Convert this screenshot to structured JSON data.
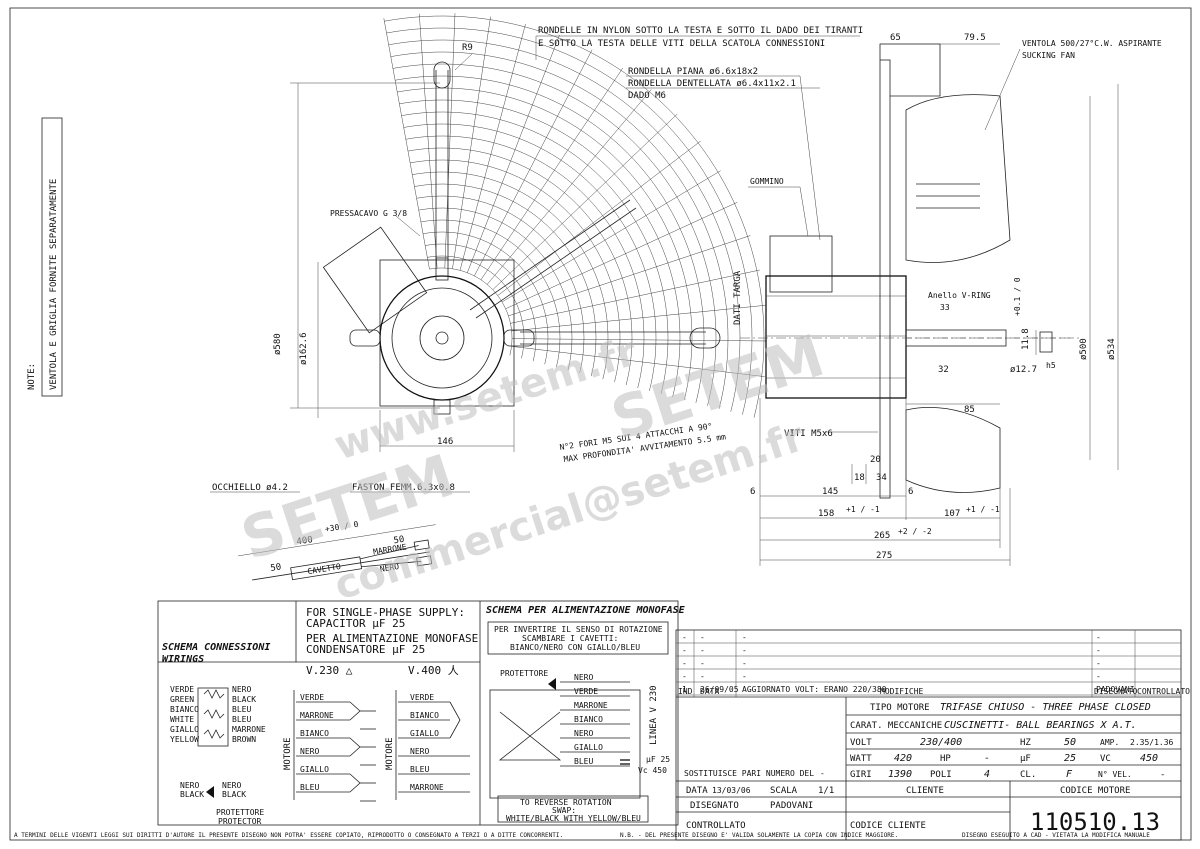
{
  "notes": {
    "label": "NOTE:",
    "text": "VENTOLA E GRIGLIA FORNITE SEPARATAMENTE"
  },
  "front_view": {
    "r9": "R9",
    "pressacavo": "PRESSACAVO G 3/8",
    "d580": "ø580",
    "d162": "ø162.6",
    "w146": "146",
    "holes_1": "N°2 FORI M5 SUI 4 ATTACCHI A 90°",
    "holes_2": "MAX PROFONDITA' AVVITAMENTO 5.5 mm"
  },
  "side_view": {
    "rondelle_1": "RONDELLE IN NYLON SOTTO LA TESTA E SOTTO IL DADO DEI TIRANTI",
    "rondelle_2": "E SOTTO LA TESTA DELLE VITI DELLA SCATOLA CONNESSIONI",
    "rondella_piana": "RONDELLA PIANA ø6.6x18x2",
    "rondella_dentellata": "RONDELLA DENTELLATA ø6.4x11x2.1",
    "dado": "DADO M6",
    "gommino": "GOMMINO",
    "dati_targa": "DATI TARGA",
    "viti": "VITI M5x6",
    "dim_65": "65",
    "dim_79": "79.5",
    "ventola": "VENTOLA  500/27°C.W. ASPIRANTE",
    "sucking_fan": "SUCKING FAN",
    "anello": "Anello V-RING",
    "dim_33": "33",
    "d500": "ø500",
    "d534": "ø534",
    "d12": "ø12.7",
    "h5": "h5",
    "dim_11": "11.8",
    "tol_11": "+0.1 / 0",
    "dim_32": "32",
    "dim_85": "85",
    "dim_20": "20",
    "dim_18": "18",
    "dim_34": "34",
    "dim_6a": "6",
    "dim_145": "145",
    "dim_6b": "6",
    "dim_158": "158",
    "tol_158": "+1 / -1",
    "dim_107": "107",
    "tol_107": "+1 / -1",
    "dim_265": "265",
    "tol_265": "+2 / -2",
    "dim_275": "275"
  },
  "cable": {
    "occhiello": "OCCHIELLO ø4.2",
    "faston": "FASTON FEMM.6.3x0.8",
    "len": "400",
    "tol": "+30 / 0",
    "dim_50a": "50",
    "dim_50b": "50",
    "cavetto": "CAVETTO",
    "marrone": "MARRONE",
    "nero": "NERO"
  },
  "wiring": {
    "title_1": "SCHEMA CONNESSIONI",
    "title_2": "WIRINGS",
    "single_1": "FOR SINGLE-PHASE SUPPLY:",
    "single_2": "CAPACITOR µF 25",
    "single_3": "PER ALIMENTAZIONE MONOFASE",
    "single_4": "CONDENSATORE µF 25",
    "v230": "V.230 △",
    "v400": "V.400 人",
    "legend_left": [
      "VERDE",
      "GREEN",
      "BIANCO",
      "WHITE",
      "GIALLO",
      "YELLOW"
    ],
    "legend_right": [
      "NERO",
      "BLACK",
      "BLEU",
      "BLEU",
      "MARRONE",
      "BROWN"
    ],
    "nero_l": [
      "NERO",
      "BLACK"
    ],
    "nero_r": [
      "NERO",
      "BLACK"
    ],
    "protettore_1": "PROTETTORE",
    "protettore_2": "PROTECTOR",
    "motore": "MOTORE",
    "d_wires": [
      "VERDE",
      "MARRONE",
      "BIANCO",
      "NERO",
      "GIALLO",
      "BLEU"
    ],
    "y_wires": [
      "VERDE",
      "BIANCO",
      "GIALLO",
      "NERO",
      "BLEU",
      "MARRONE"
    ]
  },
  "mono": {
    "title": "SCHEMA PER ALIMENTAZIONE MONOFASE",
    "inv_1": "PER INVERTIRE IL SENSO DI ROTAZIONE",
    "inv_2": "SCAMBIARE I CAVETTI:",
    "inv_3": "BIANCO/NERO CON GIALLO/BLEU",
    "protettore": "PROTETTORE",
    "wires": [
      "NERO",
      "VERDE",
      "MARRONE",
      "BIANCO",
      "NERO",
      "GIALLO",
      "BLEU"
    ],
    "linea": "LINEA V 230",
    "uf": "µF 25",
    "vc": "Vc 450",
    "rev_1": "TO REVERSE ROTATION",
    "rev_2": "SWAP:",
    "rev_3": "WHITE/BLACK WITH YELLOW/BLEU"
  },
  "revisions": {
    "rows": [
      {
        "n": "-",
        "date": "-",
        "desc": "-",
        "by": "-"
      },
      {
        "n": "-",
        "date": "-",
        "desc": "-",
        "by": "-"
      },
      {
        "n": "-",
        "date": "-",
        "desc": "-",
        "by": "-"
      },
      {
        "n": "-",
        "date": "-",
        "desc": "-",
        "by": "-"
      },
      {
        "n": "1",
        "date": "26/09/05",
        "desc": "AGGIORNATO VOLT: ERANO 220/380",
        "by": "PADOVANI"
      }
    ],
    "h_ind": "IND",
    "h_data": "DATA",
    "h_modifiche": "MODIFICHE",
    "h_disegnato": "DISEGNATO",
    "h_controllato": "CONTROLLATO"
  },
  "title_block": {
    "tipo_label": "TIPO MOTORE",
    "tipo_value": "TRIFASE CHIUSO - THREE PHASE CLOSED",
    "carat_label": "CARAT. MECCANICHE",
    "carat_value": "CUSCINETTI- BALL BEARINGS X A.T.",
    "volt_label": "VOLT",
    "volt_value": "230/400",
    "hz_label": "HZ",
    "hz_value": "50",
    "amp_label": "AMP.",
    "amp_value": "2.35/1.36",
    "watt_label": "WATT",
    "watt_value": "420",
    "hp_label": "HP",
    "hp_value": "-",
    "uf_label": "µF",
    "uf_value": "25",
    "vc_label": "VC",
    "vc_value": "450",
    "giri_label": "GIRI",
    "giri_value": "1390",
    "poli_label": "POLI",
    "poli_value": "4",
    "cl_label": "CL.",
    "cl_value": "F",
    "nvel_label": "N° VEL.",
    "nvel_value": "-",
    "sost_label": "SOSTITUISCE PARI NUMERO DEL",
    "sost_value": "-",
    "data_label": "DATA",
    "data_value": "13/03/06",
    "scala_label": "SCALA",
    "scala_value": "1/1",
    "disegnato_label": "DISEGNATO",
    "disegnato_value": "PADOVANI",
    "controllato_label": "CONTROLLATO",
    "cliente_label": "CLIENTE",
    "codice_cliente_label": "CODICE CLIENTE",
    "codice_motore_label": "CODICE MOTORE",
    "codice_motore_value": "110510.13"
  },
  "footer": {
    "left": "A TERMINI DELLE VIGENTI LEGGI SUI DIRITTI D'AUTORE IL PRESENTE DISEGNO NON POTRA' ESSERE COPIATO, RIPRODOTTO O CONSEGNATO A TERZI O A DITTE CONCORRENTI.",
    "mid": "N.B. - DEL PRESENTE DISEGNO E' VALIDA SOLAMENTE LA COPIA CON INDICE MAGGIORE.",
    "right": "DISEGNO ESEGUITO A CAD - VIETATA LA MODIFICA MANUALE"
  },
  "watermark": {
    "w1": "SETEM",
    "w2": "SETEM",
    "w3": "www.setem.fr",
    "w4": "commercial@setem.fr"
  }
}
